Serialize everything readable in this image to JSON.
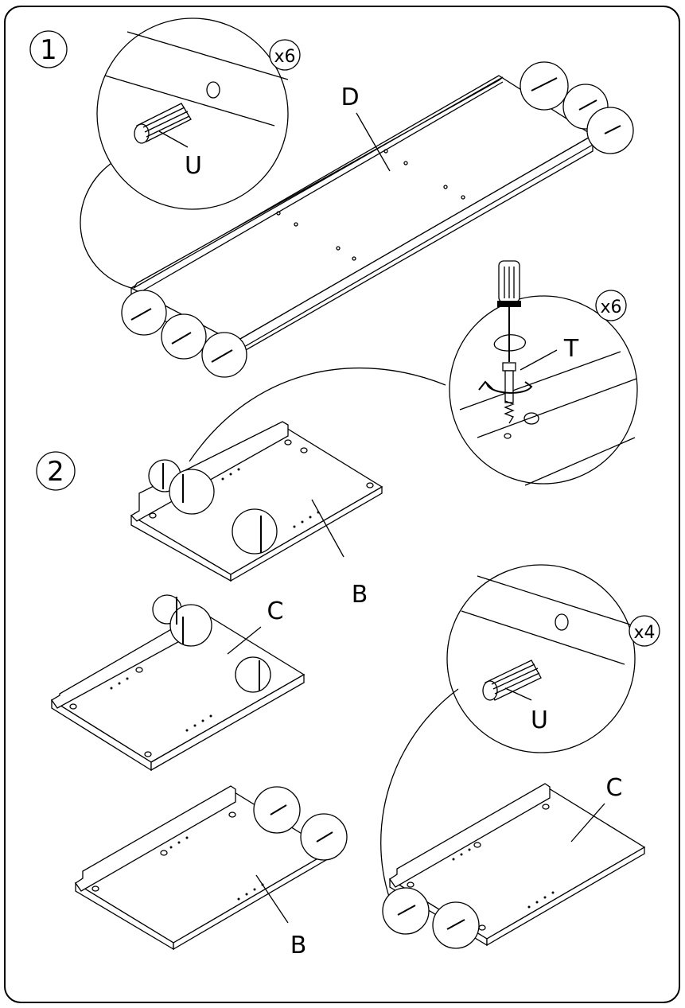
{
  "steps": [
    {
      "number": "1",
      "part": "D",
      "multiplier": "x6",
      "callout_part": "U"
    },
    {
      "number": "2",
      "multiplier_screw": "x6",
      "screw_part": "T",
      "multiplier_dowel": "x4",
      "dowel_part": "U"
    }
  ],
  "panels": {
    "b_top": "B",
    "c_mid": "C",
    "b_bottom": "B",
    "c_right": "C"
  },
  "icons": [
    "screwdriver-icon",
    "rotation-arrow-icon",
    "dowel-icon",
    "screw-icon"
  ]
}
